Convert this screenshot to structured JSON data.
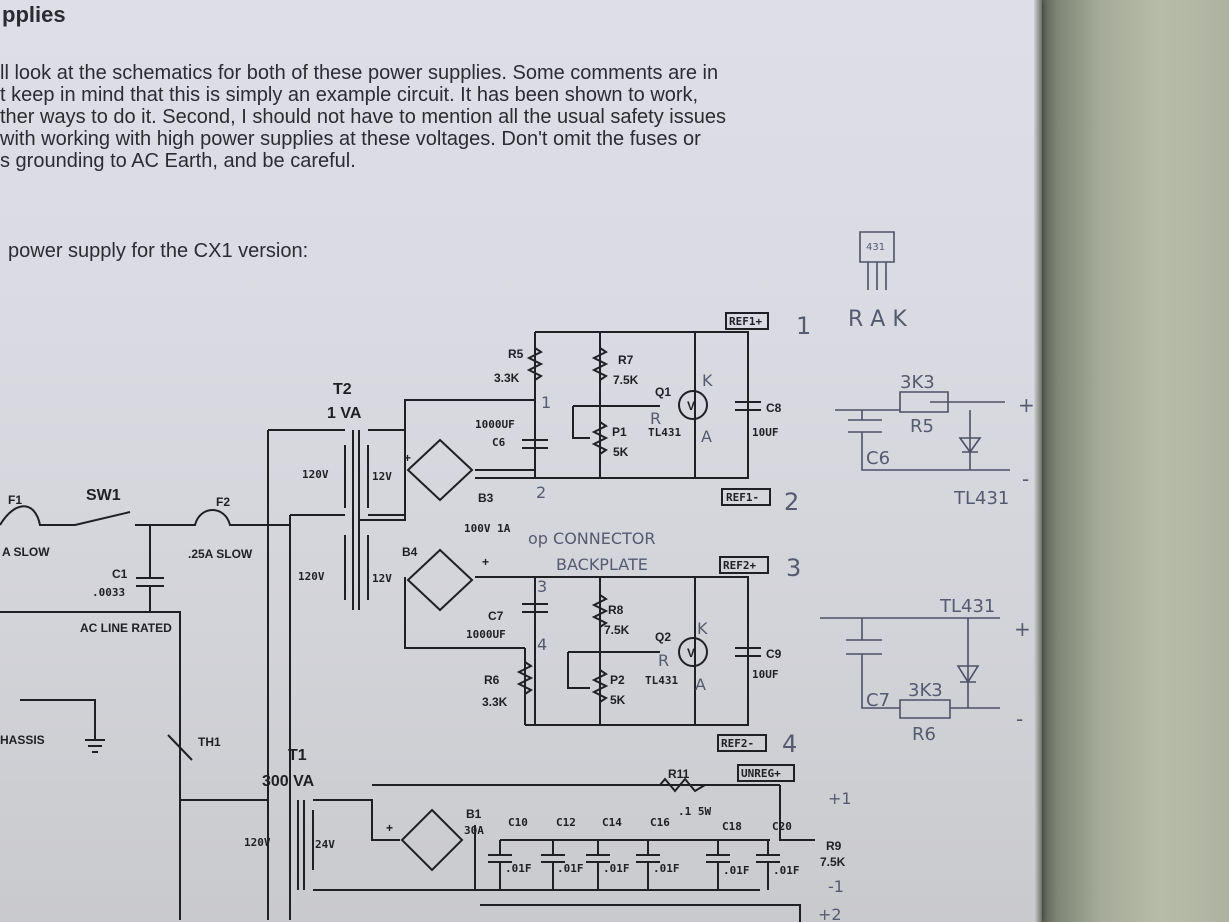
{
  "heading": "pplies",
  "body_lines": [
    "ll look at the schematics for both of these power supplies.  Some comments are in",
    "t keep in mind that this is simply an example circuit.  It has been shown to work,",
    "ther ways to do it.  Second, I should not have to mention all the usual safety issues",
    " with working with high power supplies at these voltages.  Don't omit the fuses or",
    "s grounding to AC Earth, and be careful."
  ],
  "intro": " power supply for the CX1 version:",
  "schematic": {
    "t2": "T2",
    "t2_rating": "1 VA",
    "t1": "T1",
    "t1_rating": "300 VA",
    "f1": "F1",
    "f1_rating": "A SLOW",
    "sw1": "SW1",
    "f2": "F2",
    "f2_rating": ".25A SLOW",
    "c1": "C1",
    "c1_value": ".0033",
    "ac_line": "AC LINE RATED",
    "chassis": "HASSIS",
    "th1": "TH1",
    "pri_120_a": "120V",
    "sec_12_a": "12V",
    "pri_120_b": "120V",
    "sec_12_b": "12V",
    "pri_120_c": "120V",
    "sec_24": "24V",
    "b3": "B3",
    "b4": "B4",
    "b1": "B1",
    "b1_rating": "30A",
    "bridge_rating": "100V 1A",
    "r5": "R5",
    "r5_value": "3.3K",
    "r7": "R7",
    "r7_value": "7.5K",
    "q1": "Q1",
    "q1_part": "TL431",
    "p1": "P1",
    "p1_value": "5K",
    "c6": "C6",
    "c6_value": "1000UF",
    "c8": "C8",
    "c8_value": "10UF",
    "r8": "R8",
    "r8_value": "7.5K",
    "q2": "Q2",
    "q2_part": "TL431",
    "p2": "P2",
    "p2_value": "5K",
    "c7": "C7",
    "c7_value": "1000UF",
    "c9": "C9",
    "c9_value": "10UF",
    "r6": "R6",
    "r6_value": "3.3K",
    "r11": "R11",
    "r11_value": ".1 5W",
    "r9": "R9",
    "r9_value": "7.5K",
    "caps": [
      "C10",
      "C12",
      "C14",
      "C16",
      "C18",
      "C20"
    ],
    "cap_value": ".01F",
    "ref1p": "REF1+",
    "ref1m": "REF1-",
    "ref2p": "REF2+",
    "ref2m": "REF2-",
    "unreg": "UNREG+",
    "plus": "+",
    "q_v": "V"
  },
  "handwriting": {
    "n1": "1",
    "n2": "2",
    "n3": "3",
    "n4": "4",
    "op_connector": "op CONNECTOR",
    "backplate": "BACKPLATE",
    "rak": "R A K",
    "k1": "K",
    "r1": "R",
    "a1": "A",
    "k2": "K",
    "r2": "R",
    "a2": "A",
    "s1": "1",
    "s2": "2",
    "s3": "3",
    "s4": "4",
    "plus1": "+1",
    "minus1": "-1",
    "plus2": "+2",
    "sketch1_r": "3K3",
    "sketch1_rlabel": "R5",
    "sketch1_c": "C6",
    "sketch1_tl": "TL431",
    "sketch1_plus": "+",
    "sketch1_minus": "-",
    "sketch2_tl": "TL431",
    "sketch2_r": "3K3",
    "sketch2_rlabel": "R6",
    "sketch2_c": "C7",
    "sketch2_plus": "+",
    "sketch2_minus": "-",
    "pkg": "431"
  }
}
